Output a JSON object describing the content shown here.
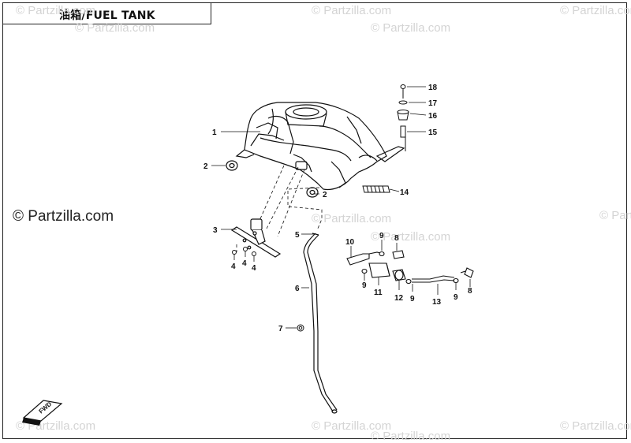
{
  "header": {
    "title": "油箱/FUEL TANK"
  },
  "copyright": "© Partzilla.com",
  "watermark": "© Partzilla.com",
  "direction_label": "FWD",
  "callouts": [
    "1",
    "2",
    "2",
    "3",
    "4",
    "4",
    "4",
    "5",
    "6",
    "7",
    "8",
    "8",
    "9",
    "9",
    "9",
    "9",
    "10",
    "11",
    "12",
    "13",
    "14",
    "15",
    "16",
    "17",
    "18"
  ],
  "colors": {
    "line": "#111111",
    "watermark": "#d4d4d4"
  }
}
